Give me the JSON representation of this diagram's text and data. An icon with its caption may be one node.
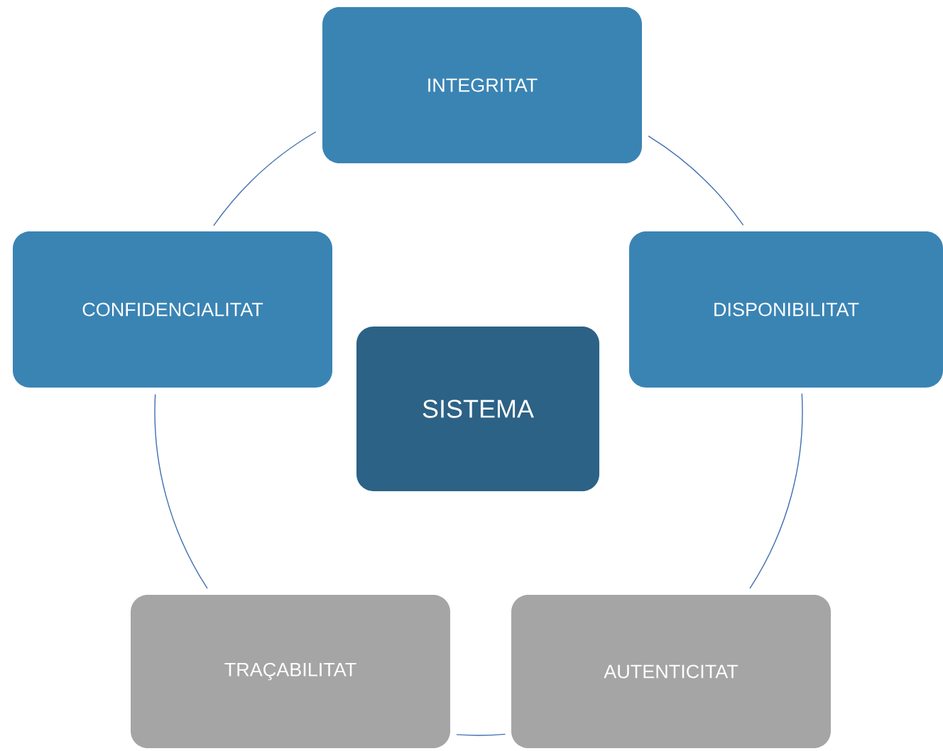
{
  "diagram": {
    "nodes": [
      {
        "text": [
          "INTEGRITAT"
        ]
      },
      {
        "text": [
          "CONFIDENCIALITAT"
        ]
      },
      {
        "text": [
          "DISPONIBILITAT"
        ]
      },
      {
        "text": [
          "SISTEMA"
        ]
      },
      {
        "text": [
          "TRAÇABILITAT"
        ]
      },
      {
        "text": [
          "AUTENTICITAT"
        ]
      }
    ],
    "edges": [
      {
        "from": 0,
        "to": 2,
        "arrow": "none"
      },
      {
        "from": 2,
        "to": 5,
        "arrow": "none"
      },
      {
        "from": 5,
        "to": 4,
        "arrow": "none"
      },
      {
        "from": 4,
        "to": 1,
        "arrow": "none"
      },
      {
        "from": 1,
        "to": 0,
        "arrow": "none"
      }
    ]
  }
}
